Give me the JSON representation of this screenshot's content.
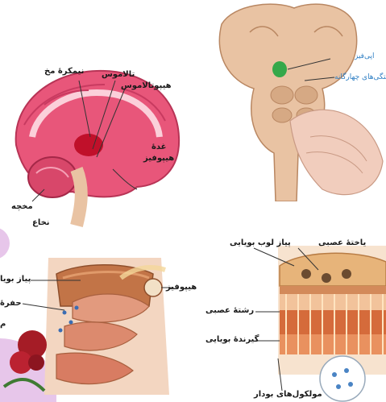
{
  "brain_section": {
    "labels": {
      "cerebral_hemisphere": "نیمکرهٔ مخ",
      "thalamus": "تالاموس",
      "hypothalamus": "هیپوتالاموس",
      "pituitary_line1": "غدهٔ",
      "pituitary_line2": "هیپوفیز",
      "cerebellum": "مخچه",
      "medulla": "نخاع"
    }
  },
  "brainstem": {
    "labels": {
      "pineal": "اپی‌فیز",
      "quadrigeminal": "برجستگی‌های چهارگانه"
    }
  },
  "nasal_section": {
    "labels": {
      "olfactory_bulb_cut": "پیاز بویا",
      "cavity_cut": "حفرهٔ",
      "dot_cut": "م",
      "pituitary": "هیپوفیز"
    }
  },
  "olfactory_detail": {
    "labels": {
      "olfactory_bulb": "پیاز لوب بویایی",
      "neuron": "یاختهٔ عصبی",
      "nerve_fiber": "رشتهٔ عصبی",
      "receptor": "گیرندهٔ بویایی",
      "odor_molecules": "مولکول‌های بودار"
    }
  },
  "colors": {
    "brain_pink": "#e8567a",
    "stem_beige": "#e9c3a3",
    "pineal_green": "#35a84a",
    "label_blue": "#2f7fc4",
    "accent_purple": "#e7c6ea"
  }
}
